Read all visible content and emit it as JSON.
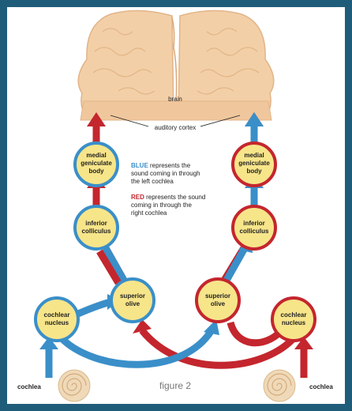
{
  "colors": {
    "frame": "#1f5c7a",
    "blue": "#3a8fc9",
    "red": "#c4262e",
    "node_fill": "#f7e58a",
    "brain": "#f2cfa7",
    "brain_shadow": "#e2b488",
    "cochlea": "#efd9b8"
  },
  "brain": {
    "label": "brain",
    "cortex_label": "auditory cortex"
  },
  "nodes": {
    "left_mgb": [
      "medial",
      "geniculate",
      "body"
    ],
    "left_ic": [
      "inferior",
      "colliculus"
    ],
    "left_so": [
      "superior",
      "olive"
    ],
    "left_cn": [
      "cochlear",
      "nucleus"
    ],
    "right_mgb": [
      "medial",
      "geniculate",
      "body"
    ],
    "right_ic": [
      "inferior",
      "colliculus"
    ],
    "right_so": [
      "superior",
      "olive"
    ],
    "right_cn": [
      "cochlear",
      "nucleus"
    ]
  },
  "legend": {
    "blue_keyword": "BLUE",
    "blue_text": [
      " represents the",
      "sound coming in through",
      "the left cochlea"
    ],
    "red_keyword": "RED",
    "red_text": [
      " represents the sound",
      "coming in through the",
      "right cochlea"
    ]
  },
  "cochlea": {
    "left_label": "cochlea",
    "right_label": "cochlea"
  },
  "caption": "figure 2"
}
